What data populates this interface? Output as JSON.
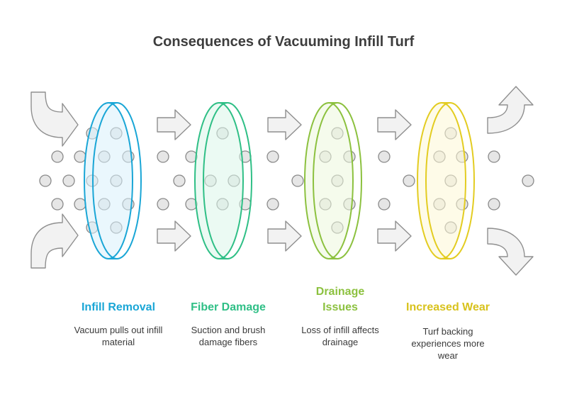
{
  "title": "Consequences of Vacuuming Infill Turf",
  "stages": [
    {
      "title": "Infill Removal",
      "description": "Vacuum pulls out infill material",
      "color": "#1aa6d6",
      "fill": "#d9f1fb"
    },
    {
      "title": "Fiber Damage",
      "description": "Suction and brush damage fibers",
      "color": "#2fbf86",
      "fill": "#dbf5ea"
    },
    {
      "title": "Drainage Issues",
      "description": "Loss of infill affects drainage",
      "color": "#8cc13f",
      "fill": "#edf7dc"
    },
    {
      "title": "Increased Wear",
      "description": "Turf backing experiences more wear",
      "color": "#e3cc21",
      "fill": "#fdf8d6"
    }
  ],
  "palette": {
    "arrow_fill": "#f2f2f2",
    "arrow_stroke": "#8f8f8f",
    "dot_fill": "#e6e6e6",
    "dot_stroke": "#8a8a8a"
  }
}
